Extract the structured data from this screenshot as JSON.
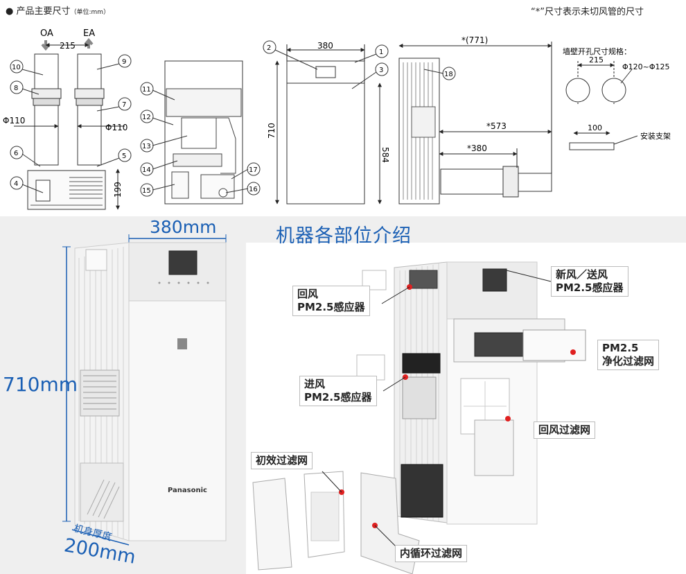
{
  "header": {
    "title": "产品主要尺寸",
    "unit": "（单位:mm）",
    "note": "“*”尺寸表示未切风管的尺寸"
  },
  "diagram1": {
    "oa": "OA",
    "ea": "EA",
    "spacing": "215",
    "phi_left": "Φ110",
    "phi_right": "Φ110",
    "height": "199",
    "markers": [
      "10",
      "9",
      "8",
      "7",
      "6",
      "5",
      "4"
    ]
  },
  "diagram2": {
    "markers": [
      "11",
      "12",
      "13",
      "14",
      "15",
      "16",
      "17"
    ]
  },
  "diagram3": {
    "width": "380",
    "height": "710",
    "inner_height": "584",
    "markers": [
      "2",
      "1",
      "3"
    ]
  },
  "diagram4": {
    "total": "*(771)",
    "mid": "*573",
    "short": "*380",
    "marker": "18"
  },
  "wall": {
    "title": "墙壁开孔尺寸规格：",
    "spacing": "215",
    "phi": "Φ120~Φ125",
    "bracket_width": "100",
    "bracket_label": "安装支架"
  },
  "intro": {
    "title": "机器各部位介绍",
    "width_label": "380mm",
    "height_label": "710mm",
    "depth_label": "机身厚度",
    "depth_value": "200mm",
    "brand": "Panasonic"
  },
  "callouts": {
    "return_sensor": [
      "回风",
      "PM2.5感应器"
    ],
    "fresh_sensor": [
      "新风／送风",
      "PM2.5感应器"
    ],
    "pm25_filter": [
      "PM2.5",
      "净化过滤网"
    ],
    "inlet_sensor": [
      "进风",
      "PM2.5感应器"
    ],
    "return_filter": "回风过滤网",
    "primary_filter": "初效过滤网",
    "circulation_filter": "内循环过滤网"
  },
  "colors": {
    "accent": "#1a5fb4",
    "marker_red": "#e02020",
    "panel_gray": "#efefef"
  }
}
